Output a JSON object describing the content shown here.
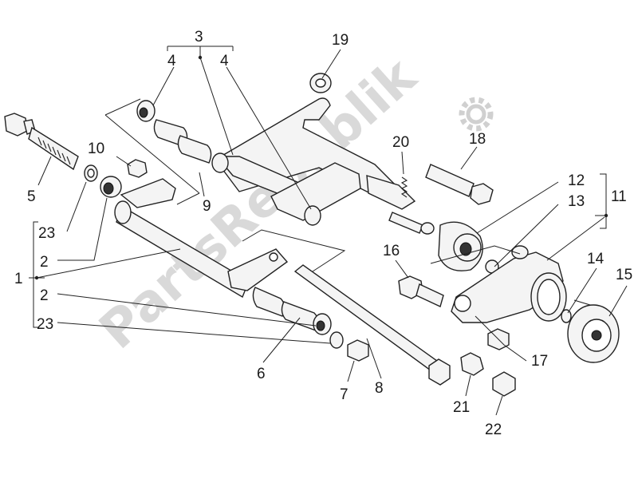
{
  "watermark": {
    "text": "PartsRepublik",
    "icon": "gear-icon"
  },
  "callouts": {
    "c1": "1",
    "c2a": "2",
    "c2b": "2",
    "c3": "3",
    "c4a": "4",
    "c4b": "4",
    "c5": "5",
    "c6": "6",
    "c7": "7",
    "c8": "8",
    "c9": "9",
    "c10": "10",
    "c11": "11",
    "c12": "12",
    "c13": "13",
    "c14": "14",
    "c15": "15",
    "c16": "16",
    "c17": "17",
    "c18": "18",
    "c19": "19",
    "c20": "20",
    "c21": "21",
    "c22": "22",
    "c23a": "23",
    "c23b": "23"
  }
}
